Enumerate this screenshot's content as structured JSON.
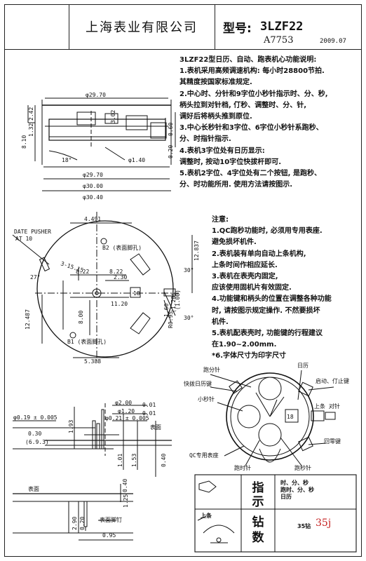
{
  "header": {
    "company": "上海表业有限公司",
    "model_label": "型号:",
    "model": "3LZF22",
    "ref": "A7753",
    "date": "2009.07"
  },
  "notes_top": [
    "3LZF22型日历、自动、跑表机心功能说明:",
    "1.表机采用高频调速机构: 每小时28800节拍.",
    "  其精度按国家标准规定.",
    "2.中心时、分针和9字位小秒针指示时、分、秒,",
    "  柄头拉到对针档, 仃秒、调整时、分、针,",
    "  调好后将柄头推到原位.",
    "3.中心长秒针和3字位、6字位小秒针系跑秒、",
    "  分、时指针指示.",
    "4.表机3字位处有日历显示:",
    "  调整时, 按动10字位快拔杆即可.",
    "5.表机2字位、4字位处有二个按钮, 是跑秒、",
    "  分、时功能所用. 使用方法请按图示."
  ],
  "notes_caution": {
    "title": "注意:",
    "items": [
      "1.QC跑秒功能时, 必须用专用表座.",
      "  避免损坏机件.",
      "2.表机装有单向自动上条机构,",
      "  上条时间作相应延长.",
      "3.表机在表壳内固定,",
      "  应该使用固机片有效固定.",
      "4.功能键和柄头的位置在调整各种功能",
      "  时, 请按图示规定操作. 不然要损坏",
      "  机件.",
      "5.表机配表壳时, 功能键的行程建议",
      "  在1.90~2.00mm.",
      "*6.字体尺寸为印字尺寸"
    ]
  },
  "side_view": {
    "dims": [
      "φ29.70",
      "φ29.70",
      "φ30.00",
      "φ30.40",
      "φ1.40",
      "2.42",
      "1.32",
      "8.10",
      "3.02",
      "0.60",
      "0.20",
      "18°"
    ]
  },
  "dial_view": {
    "labels": [
      "DATE PUSHER",
      "AT 10",
      "B2 (表面脚孔)",
      "B1 (表面脚孔)",
      "18"
    ],
    "dims": [
      "4.491",
      "3-15.15",
      "8.22",
      "8.22",
      "2.30",
      "11.20",
      "8.00",
      "12.837",
      "12.487",
      "5.388",
      "1.60",
      "(1.20)",
      "R0.95",
      "(1.00)",
      "30°",
      "30°",
      "27°"
    ]
  },
  "hand_view": {
    "labels": [
      "表面",
      "表面"
    ],
    "dims": [
      "φ2.00",
      "0.01",
      "φ1.20",
      "0.01",
      "φ0.21 ± 0.005",
      "φ0.19 ± 0.005",
      "0.30",
      "(6.9.3)",
      "1.93",
      "1.01",
      "1.53",
      "0.40"
    ]
  },
  "feet_view": {
    "labels": [
      "表面",
      "表面脚钉"
    ],
    "dims": [
      "0.40",
      "1.25",
      "2.90",
      "0.20",
      "0.95"
    ]
  },
  "function_diagram": {
    "labels": [
      "跑分针",
      "日历",
      "快拨日历键",
      "启动、仃止键",
      "小秒针",
      "上条 对针",
      "回零键",
      "QC专用表座",
      "跑时针",
      "跑秒针"
    ],
    "date_window": "18"
  },
  "spec_table": {
    "label1": "指示",
    "value1_line1": "时、分、秒",
    "value1_line2": "跑时、分、秒",
    "value1_line3": "日历",
    "label2": "钻数",
    "value2": "35钻",
    "handwritten": "35j",
    "icon_label": "上条"
  },
  "colors": {
    "ink": "#111111",
    "handwritten": "#c41e1e"
  }
}
